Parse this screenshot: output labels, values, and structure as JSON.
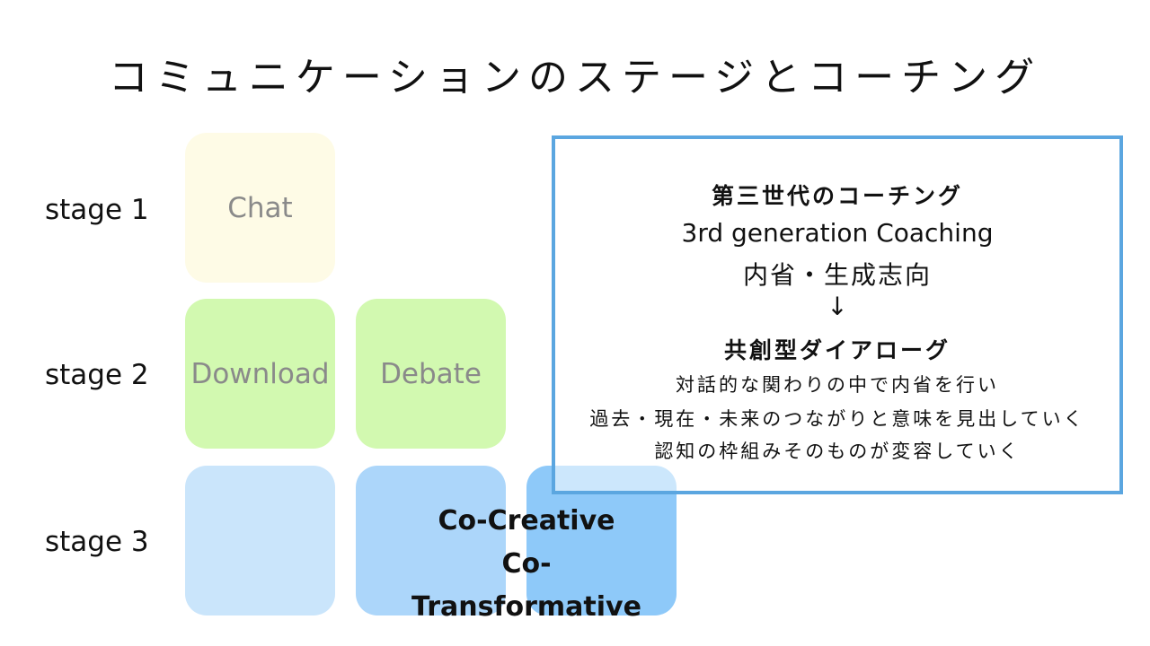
{
  "title": "コミュニケーションのステージとコーチング",
  "stages": [
    "stage 1",
    "stage 2",
    "stage 3"
  ],
  "boxes": {
    "chat": "Chat",
    "download": "Download",
    "debate": "Debate",
    "co_creative": "Co-Creative",
    "co_transformative": "Co-Transformative"
  },
  "info": {
    "heading": "第三世代のコーチング",
    "english": "3rd generation Coaching",
    "orientation": "内省・生成志向",
    "arrow": "↓",
    "dialogue_heading": "共創型ダイアローグ",
    "line1": "対話的な関わりの中で内省を行い",
    "line2": "過去・現在・未来のつながりと意味を見出していく",
    "line3": "認知の枠組みそのものが変容していく"
  },
  "colors": {
    "stage1": "#fefbe6",
    "stage2": "#d2f9b0",
    "stage3_light": "#cae5fb",
    "stage3_mid": "#acd6fa",
    "stage3_dark": "#8ec9f9",
    "info_border": "#5ba6e0"
  }
}
